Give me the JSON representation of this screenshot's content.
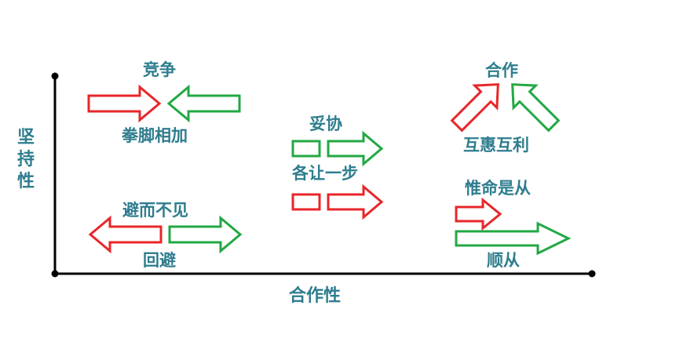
{
  "axes": {
    "y_label": "坚持性",
    "x_label": "合作性"
  },
  "strategies": {
    "competition": {
      "title": "竞争",
      "caption": "拳脚相加"
    },
    "avoidance": {
      "title": "避而不见",
      "caption": "回避"
    },
    "compromise": {
      "title": "妥协",
      "caption": "各让一步"
    },
    "collaboration": {
      "title": "合作",
      "caption": "互惠互利"
    },
    "accommodation": {
      "title": "惟命是从",
      "caption": "顺从"
    }
  },
  "colors": {
    "red": "#e8262a",
    "green": "#22a844",
    "axis": "#000000",
    "text": "#2e7d8e"
  }
}
